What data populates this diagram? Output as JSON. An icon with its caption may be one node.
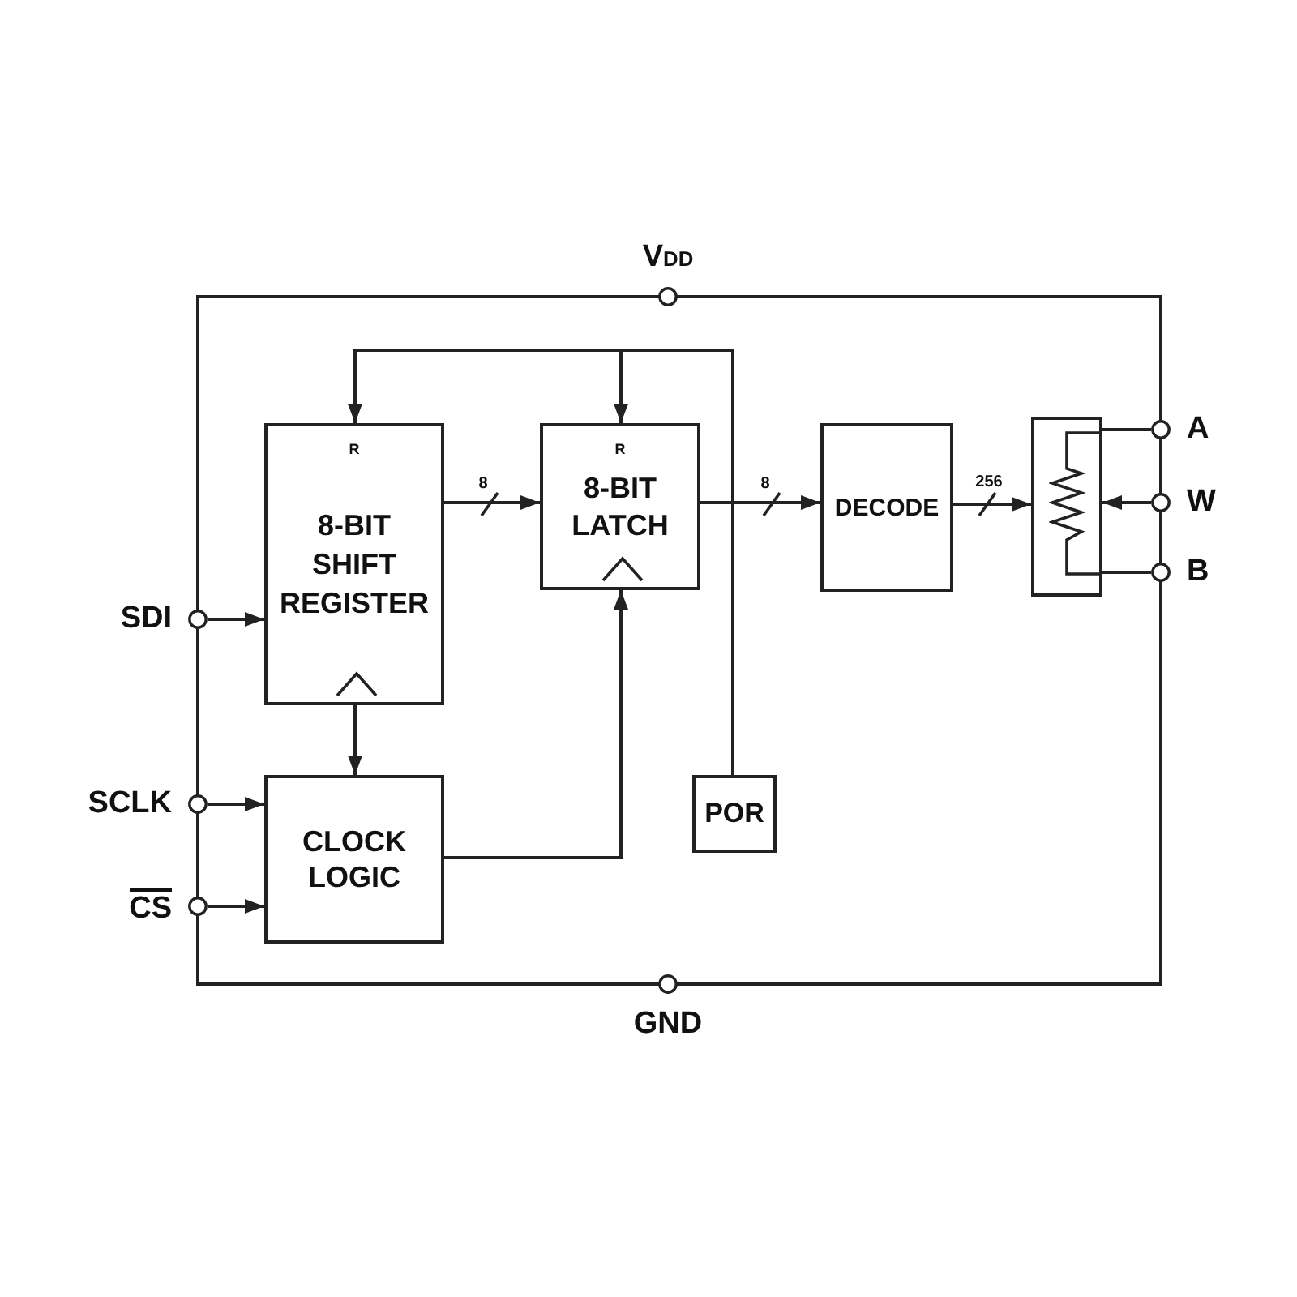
{
  "diagram": {
    "nodes": [
      {
        "text": [],
        "shape": "box"
      },
      {
        "text": [
          "V$_{DD}$"
        ]
      },
      {
        "text": [
          "R",
          "8-BIT SHIFT REGISTER"
        ],
        "in": 0
      },
      {
        "text": [
          "R",
          "8-BIT LATCH"
        ],
        "in": 0
      },
      {
        "text": [
          "DECODE"
        ],
        "in": 0
      },
      {
        "text": [],
        "shape": "box",
        "in": 0
      },
      {
        "text": [
          "A"
        ]
      },
      {
        "text": [
          "W"
        ]
      },
      {
        "text": [
          "B"
        ]
      },
      {
        "text": [
          "SDI"
        ]
      },
      {
        "text": [
          "SCLK"
        ]
      },
      {
        "text": [
          "CLOCK LOGIC"
        ],
        "in": 0
      },
      {
        "text": [
          "POR"
        ],
        "in": 0
      },
      {
        "text": [
          "CS"
        ]
      },
      {
        "text": [
          "GND"
        ]
      }
    ],
    "edges": [
      {
        "from": 9,
        "to": 2,
        "arrow": "to"
      },
      {
        "from": 2,
        "to": 3,
        "arrow": "to",
        "label": "8"
      },
      {
        "from": 3,
        "to": 4,
        "arrow": "to",
        "label": "8"
      },
      {
        "from": 4,
        "to": 5,
        "arrow": "to",
        "label": "256"
      },
      {
        "from": 12,
        "to": 2,
        "arrow": "to"
      },
      {
        "from": 12,
        "to": 3,
        "arrow": "to"
      },
      {
        "from": 2,
        "to": 11,
        "arrow": "to"
      },
      {
        "from": 10,
        "to": 11,
        "arrow": "to"
      },
      {
        "from": 13,
        "to": 11,
        "arrow": "to"
      },
      {
        "from": 11,
        "to": 3,
        "arrow": "to"
      },
      {
        "from": 6,
        "to": 5,
        "arrow": "none"
      },
      {
        "from": 7,
        "to": 5,
        "arrow": "to"
      },
      {
        "from": 8,
        "to": 5,
        "arrow": "none"
      }
    ]
  }
}
